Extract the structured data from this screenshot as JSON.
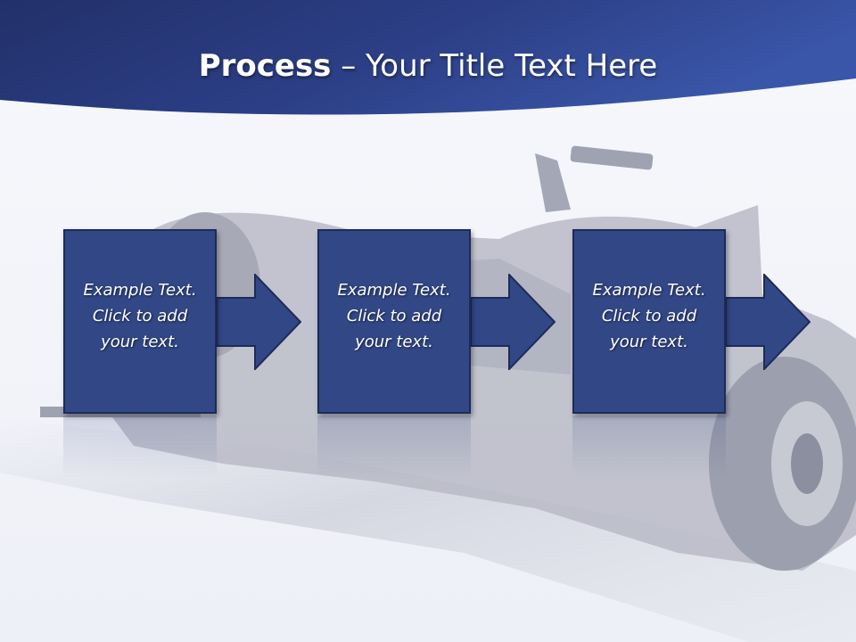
{
  "slide": {
    "title_bold": "Process",
    "title_rest": " – Your Title Text Here",
    "background_image": "formula-one-race-car",
    "colors": {
      "header_dark": "#22306a",
      "header_light": "#3a56a8",
      "box_fill": "#324786",
      "box_border": "#1e2b59",
      "text": "#ffffff"
    }
  },
  "steps": [
    {
      "text": "Example Text.\nClick  to add\nyour text."
    },
    {
      "text": "Example Text.\nClick  to add\nyour text."
    },
    {
      "text": "Example Text.\nClick  to add\nyour text."
    }
  ]
}
